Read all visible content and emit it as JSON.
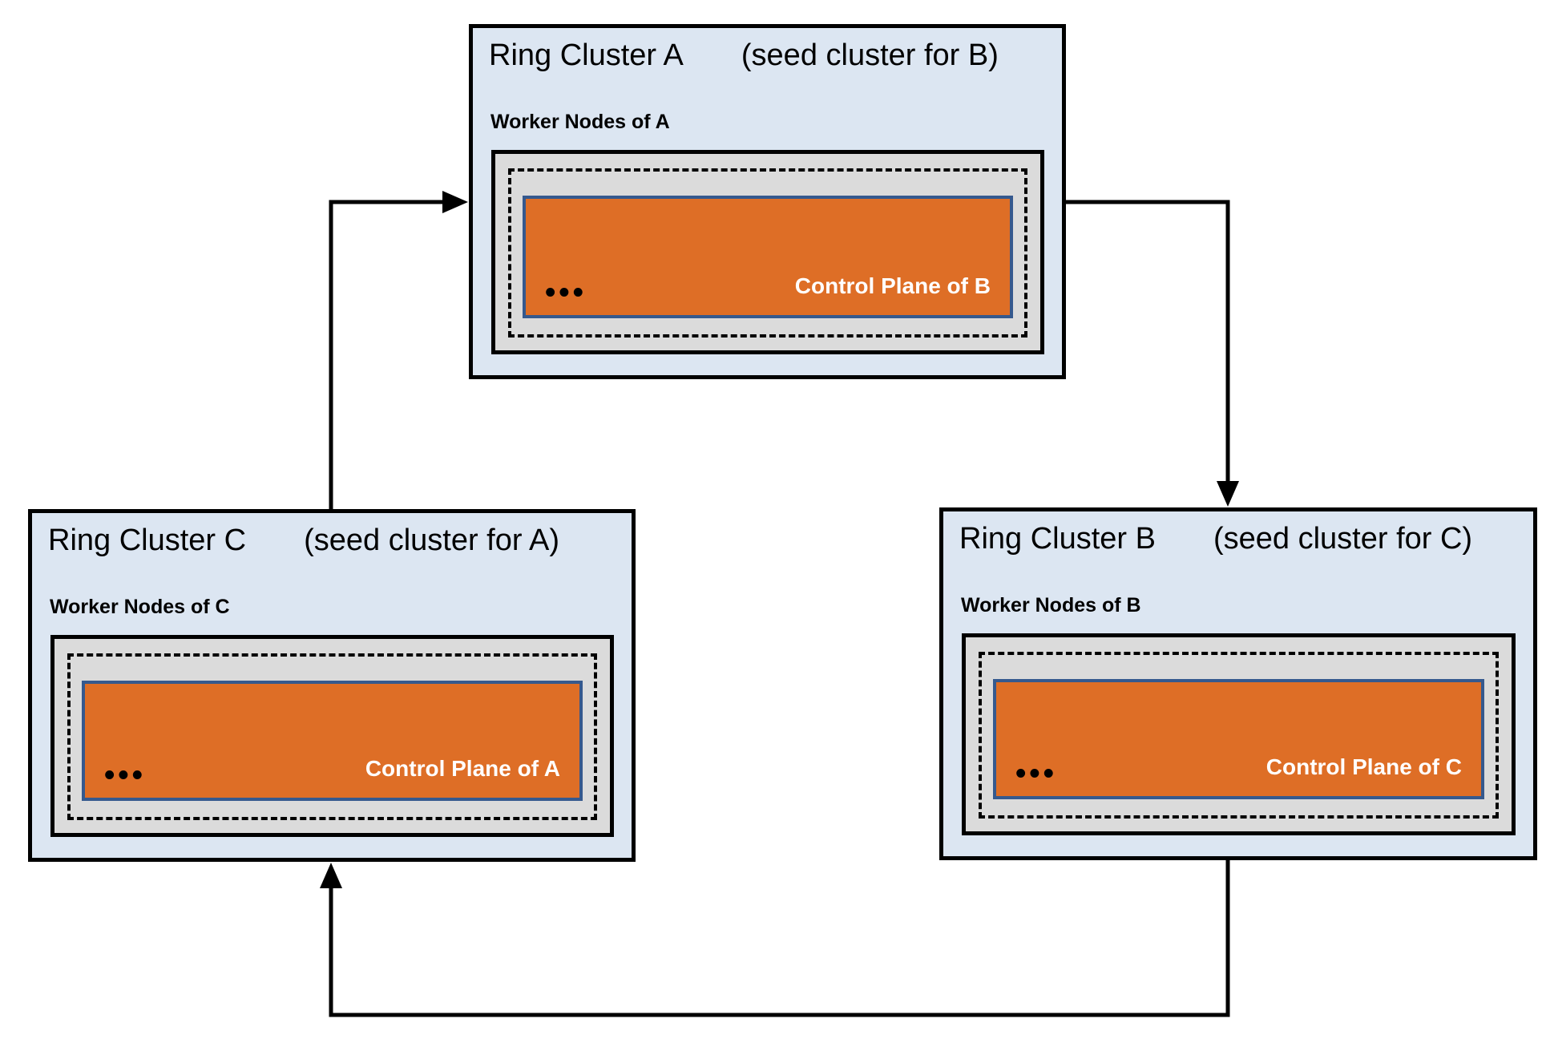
{
  "diagram": {
    "clusters": [
      {
        "name": "Ring Cluster A",
        "seed_note": "(seed cluster for B)",
        "worker_label": "Worker Nodes of A",
        "control_plane_label": "Control Plane of B",
        "dots": "•••"
      },
      {
        "name": "Ring Cluster C",
        "seed_note": "(seed cluster for A)",
        "worker_label": "Worker Nodes of C",
        "control_plane_label": "Control Plane of A",
        "dots": "•••"
      },
      {
        "name": "Ring Cluster B",
        "seed_note": "(seed cluster for C)",
        "worker_label": "Worker Nodes of B",
        "control_plane_label": "Control Plane of C",
        "dots": "•••"
      }
    ],
    "colors": {
      "cluster-bg": "#dce6f2",
      "cluster-border": "#000000",
      "worker-bg": "#dbdbdb",
      "control-plane-bg": "#de6e26",
      "control-plane-border": "#35598e",
      "control-plane-text": "#ffffff",
      "connector": "#000000"
    }
  }
}
